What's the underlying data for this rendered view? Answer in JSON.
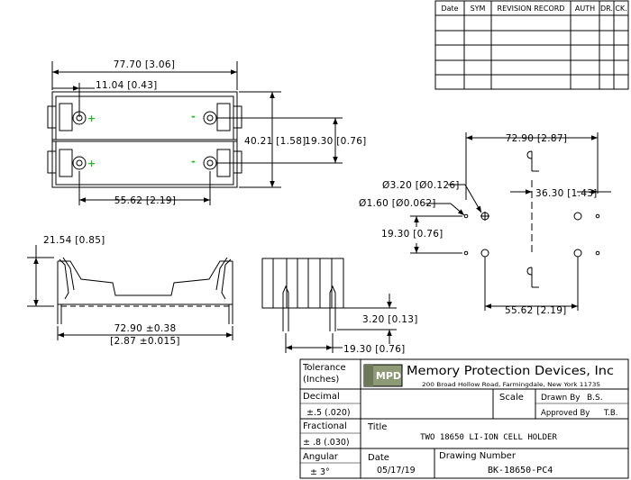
{
  "revision_block": {
    "headers": [
      "Date",
      "SYM",
      "REVISION RECORD",
      "AUTH",
      "DR.",
      "CK."
    ]
  },
  "top_view": {
    "overall_length": "77.70 [3.06]",
    "offset": "11.04 [0.43]",
    "overall_width": "40.21 [1.58]",
    "cell_pitch": "19.30 [0.76]",
    "pin_spacing": "55.62 [2.19]",
    "plus": "+",
    "minus": "-"
  },
  "side_view": {
    "height": "21.54 [0.85]",
    "length_mm": "72.90 ±0.38",
    "length_in": "[2.87 ±0.015]"
  },
  "end_view": {
    "pin_length": "3.20 [0.13]",
    "pitch": "19.30 [0.76]"
  },
  "pcb_layout": {
    "overall": "72.90 [2.87]",
    "center": "36.30 [1.43]",
    "hole_large": "Ø3.20 [Ø0.126]",
    "hole_small": "Ø1.60 [Ø0.062]",
    "pitch": "19.30 [0.76]",
    "pin_spacing": "55.62 [2.19]"
  },
  "title_block": {
    "tolerance_label_1": "Tolerance",
    "tolerance_label_2": "(Inches)",
    "decimal_label": "Decimal",
    "decimal_value": "±.5 (.020)",
    "fractional_label": "Fractional",
    "fractional_value": "± .8 (.030)",
    "angular_label": "Angular",
    "angular_value": "± 3°",
    "logo_text": "MPD",
    "company_name": "Memory Protection Devices, Inc",
    "address": "200 Broad Hollow Road, Farmingdale, New York 11735",
    "scale_label": "Scale",
    "drawn_by_label": "Drawn By",
    "drawn_by_value": "B.S.",
    "approved_by_label": "Approved By",
    "approved_by_value": "T.B.",
    "title_label": "Title",
    "title_value": "TWO 18650 LI-ION CELL HOLDER",
    "date_label": "Date",
    "date_value": "05/17/19",
    "drawing_number_label": "Drawing Number",
    "drawing_number_value": "BK-18650-PC4"
  },
  "colors": {
    "line": "#000000",
    "polarity": "#22bb22",
    "logo_bg": "#8e9a76"
  }
}
